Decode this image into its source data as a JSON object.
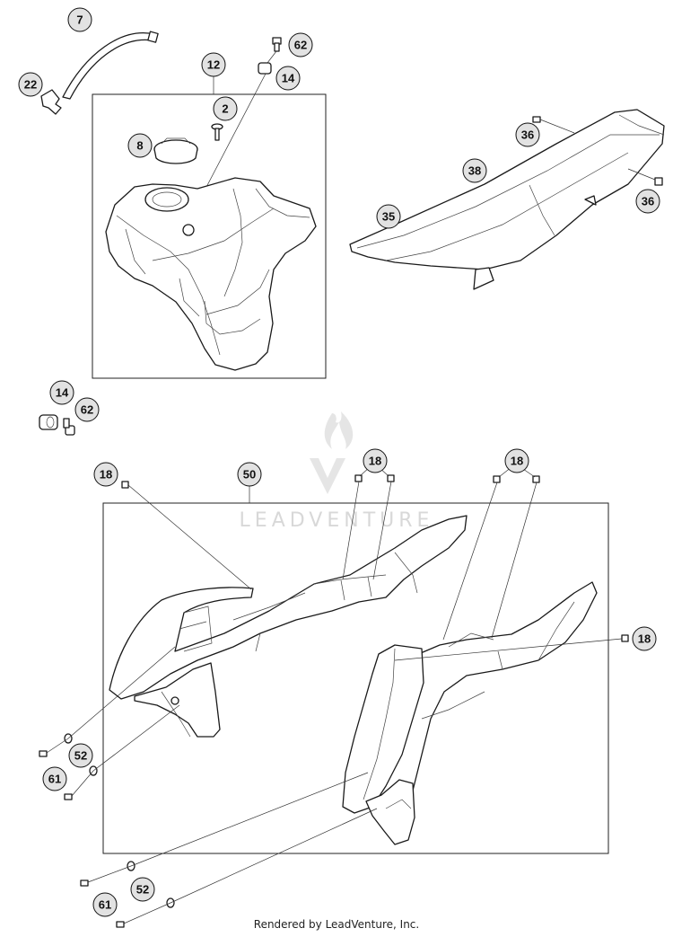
{
  "callouts": {
    "tank_hose": "7",
    "elbow": "22",
    "tank_kit": "12",
    "tank_screw": "62",
    "tank_bushing": "14",
    "tank_fastener": "2",
    "filler_cap": "8",
    "seat_screw_top": "36",
    "seat_cover": "38",
    "seat_screw_rear": "36",
    "seat": "35",
    "loose_bushing": "14",
    "loose_screw": "62",
    "shroud_screw_left": "18",
    "spoiler_kit": "50",
    "shroud_screw_center": "18",
    "shroud_screw_right_top": "18",
    "shroud_screw_right_side": "18",
    "washer_left": "52",
    "screw_left": "61",
    "washer_bottom": "52",
    "screw_bottom": "61"
  },
  "watermark": "LEADVENTURE",
  "footer": "Rendered by LeadVenture, Inc.",
  "colors": {
    "stroke": "#1a1a1a",
    "callout_fill": "#e2e2e2",
    "watermark": "#d8d8d8"
  }
}
